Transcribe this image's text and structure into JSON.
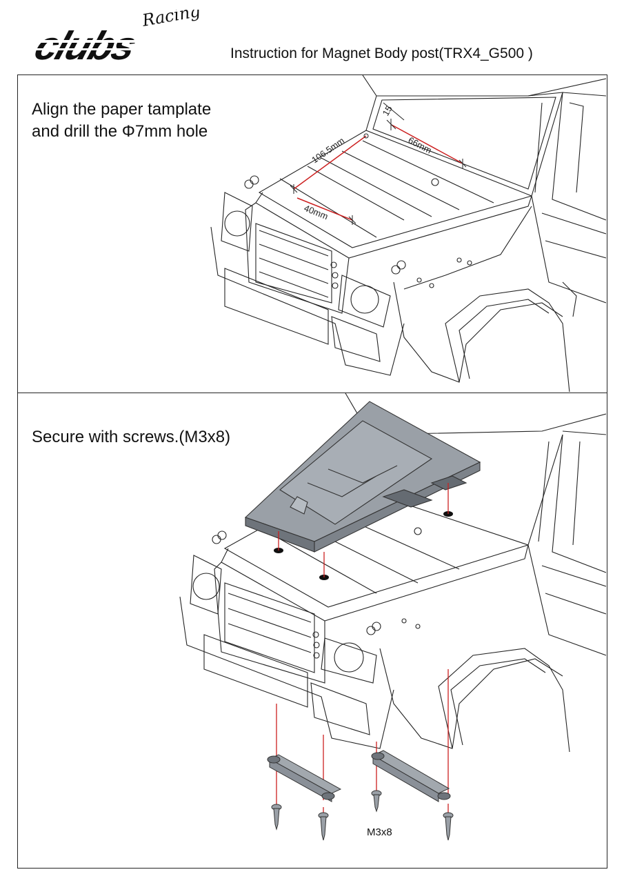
{
  "header": {
    "logo_wordmark": "clubs",
    "logo_script": "Racing",
    "title": "Instruction for Magnet Body post(TRX4_G500 )"
  },
  "step1": {
    "line1": "Align the paper tamplate",
    "line2": "and drill the Φ7mm hole",
    "dimensions": {
      "front_width": "106.5mm",
      "front_offset": "40mm",
      "rear_width": "66mm",
      "rear_offset": "15"
    }
  },
  "step2": {
    "text": "Secure with screws.(M3x8)",
    "screw_label": "M3x8"
  },
  "colors": {
    "line": "#222222",
    "drill_guide": "#cc1f1f",
    "plate": "#8a9098"
  }
}
